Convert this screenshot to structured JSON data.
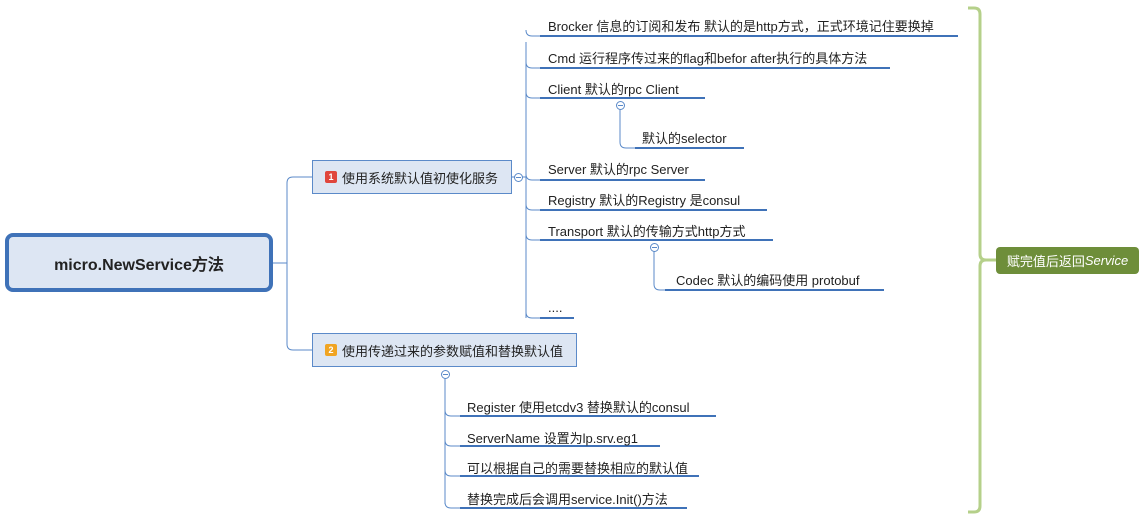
{
  "root": {
    "label": "micro.NewService方法"
  },
  "branch1": {
    "badge": "1",
    "label": "使用系统默认值初使化服务",
    "items": [
      {
        "label": "Brocker   信息的订阅和发布 默认的是http方式，正式环境记住要换掉"
      },
      {
        "label": "Cmd  运行程序传过来的flag和befor after执行的具体方法"
      },
      {
        "label": "Client   默认的rpc Client",
        "child": "默认的selector"
      },
      {
        "label": "Server  默认的rpc Server"
      },
      {
        "label": "Registry   默认的Registry 是consul"
      },
      {
        "label": "Transport   默认的传输方式http方式",
        "child": "Codec  默认的编码使用  protobuf"
      },
      {
        "label": "...."
      }
    ]
  },
  "branch2": {
    "badge": "2",
    "label": "使用传递过来的参数赋值和替换默认值",
    "items": [
      {
        "label": "Register 使用etcdv3  替换默认的consul"
      },
      {
        "label": "ServerName 设置为lp.srv.eg1"
      },
      {
        "label": "可以根据自己的需要替换相应的默认值"
      },
      {
        "label": "替换完成后会调用service.Init()方法"
      }
    ]
  },
  "summary": {
    "prefix": "赋完值后返回",
    "emphasis": "Service"
  },
  "colors": {
    "line": "#3f72b8",
    "node_fill": "#dde6f3",
    "summary": "#6e8e3a",
    "bracket": "#b5d08a"
  }
}
